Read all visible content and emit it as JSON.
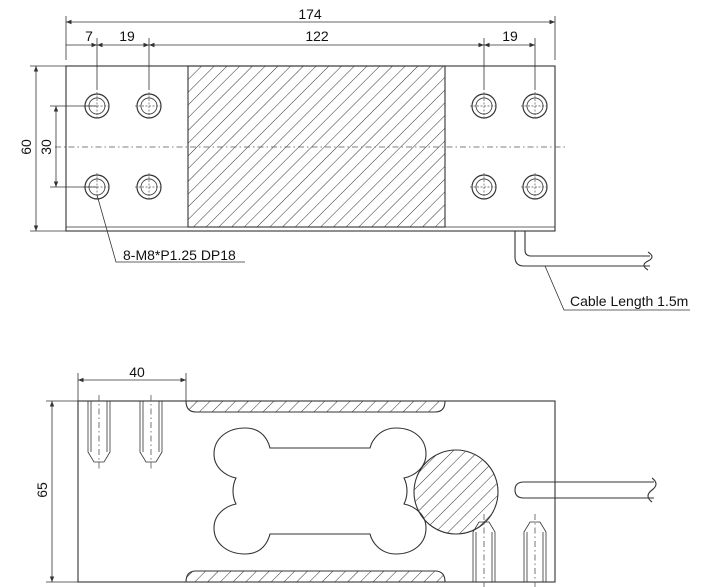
{
  "top_view": {
    "dim_total_length": "174",
    "dim_edge_to_hole": "7",
    "dim_hole_spacing_left": "19",
    "dim_middle": "122",
    "dim_hole_spacing_right": "19",
    "dim_height": "60",
    "dim_hole_row_spacing": "30",
    "thread_callout": "8-M8*P1.25 DP18",
    "cable_callout": "Cable Length 1.5m"
  },
  "side_view": {
    "dim_offset": "40",
    "dim_height": "65"
  }
}
